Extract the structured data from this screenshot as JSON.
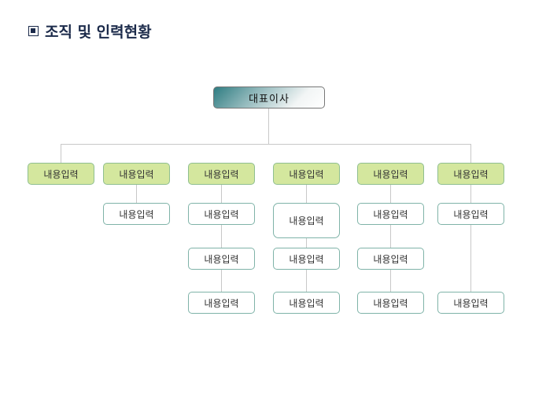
{
  "title": "조직 및 인력현황",
  "ceo": "대표이사",
  "columns": [
    {
      "head": "내용입력",
      "children": []
    },
    {
      "head": "내용입력",
      "children": [
        "내용입력"
      ]
    },
    {
      "head": "내용입력",
      "children": [
        "내용입력",
        "내용입력",
        "내용입력"
      ]
    },
    {
      "head": "내용입력",
      "children": [
        "내용입력",
        "내용입력",
        "내용입력"
      ]
    },
    {
      "head": "내용입력",
      "children": [
        "내용입력",
        "내용입력",
        "내용입력"
      ]
    },
    {
      "head": "내용입력",
      "children": [
        "내용입력",
        "내용입력"
      ]
    }
  ]
}
